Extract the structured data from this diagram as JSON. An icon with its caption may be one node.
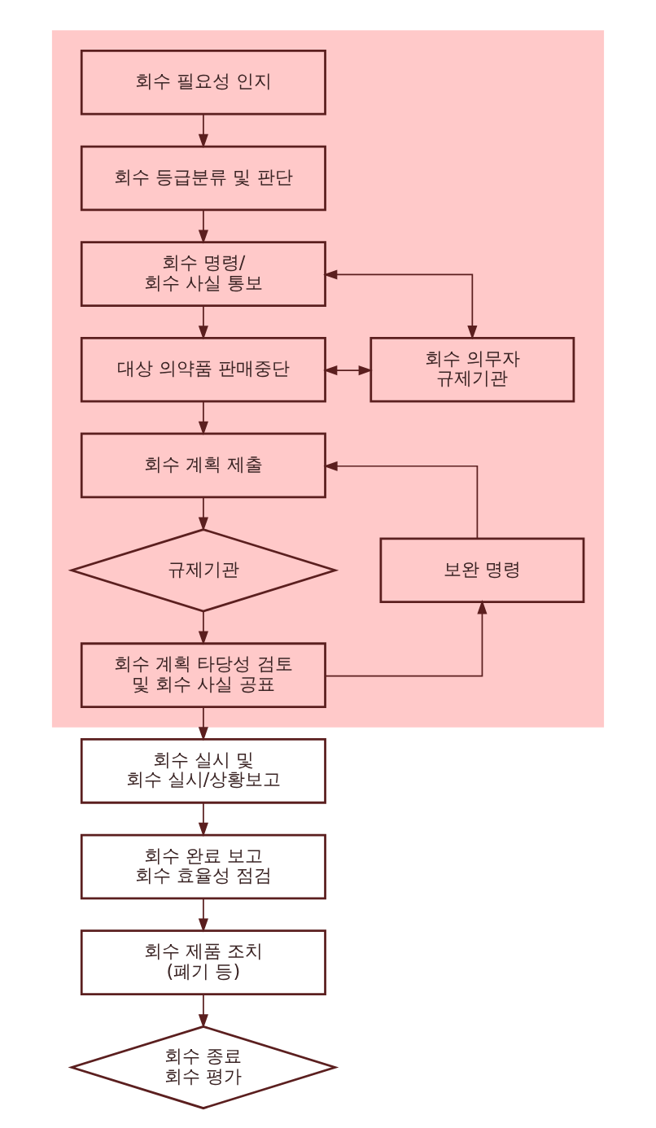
{
  "diagram": {
    "nodes": [
      {
        "text": [],
        "shape": "box"
      },
      {
        "text": [
          "회수 필요성 인지"
        ],
        "in": 0
      },
      {
        "text": [
          "회수 등급분류 및 판단"
        ],
        "in": 0
      },
      {
        "text": [
          "회수 명령/ 회수 사실 통보"
        ],
        "in": 0
      },
      {
        "text": [
          "회수 의무자 규제기관"
        ],
        "in": 0
      },
      {
        "text": [
          "대상 의약품 판매중단"
        ],
        "in": 0
      },
      {
        "text": [
          "회수 계획 제출"
        ],
        "in": 0
      },
      {
        "text": [
          "규제기관"
        ],
        "in": 0
      },
      {
        "text": [
          "보완 명령"
        ],
        "in": 0
      },
      {
        "text": [
          "회수 계획 타당성 검토 및 회수 사실 공표"
        ],
        "in": 0
      },
      {
        "text": [
          "회수 실시 및 회수 실시/상황보고"
        ]
      },
      {
        "text": [
          "회수 완료 보고 회수 효율성 점검"
        ]
      },
      {
        "text": [
          "회수 제품 조치 (폐기 등)"
        ]
      },
      {
        "text": [
          "회수 종료 회수 평가"
        ]
      }
    ],
    "edges": [
      {
        "from": 1,
        "to": 2,
        "arrow": "to"
      },
      {
        "from": 2,
        "to": 3,
        "arrow": "to"
      },
      {
        "from": 3,
        "to": 4,
        "arrow": "both"
      },
      {
        "from": 3,
        "to": 5,
        "arrow": "to"
      },
      {
        "from": 5,
        "to": 4,
        "arrow": "both"
      },
      {
        "from": 5,
        "to": 6,
        "arrow": "to"
      },
      {
        "from": 6,
        "to": 7,
        "arrow": "to"
      },
      {
        "from": 7,
        "to": 9,
        "arrow": "to"
      },
      {
        "from": 9,
        "to": 8,
        "arrow": "to"
      },
      {
        "from": 8,
        "to": 6,
        "arrow": "to"
      },
      {
        "from": 9,
        "to": 10,
        "arrow": "to"
      },
      {
        "from": 10,
        "to": 11,
        "arrow": "to"
      },
      {
        "from": 11,
        "to": 12,
        "arrow": "to"
      },
      {
        "from": 12,
        "to": 13,
        "arrow": "to"
      }
    ]
  }
}
